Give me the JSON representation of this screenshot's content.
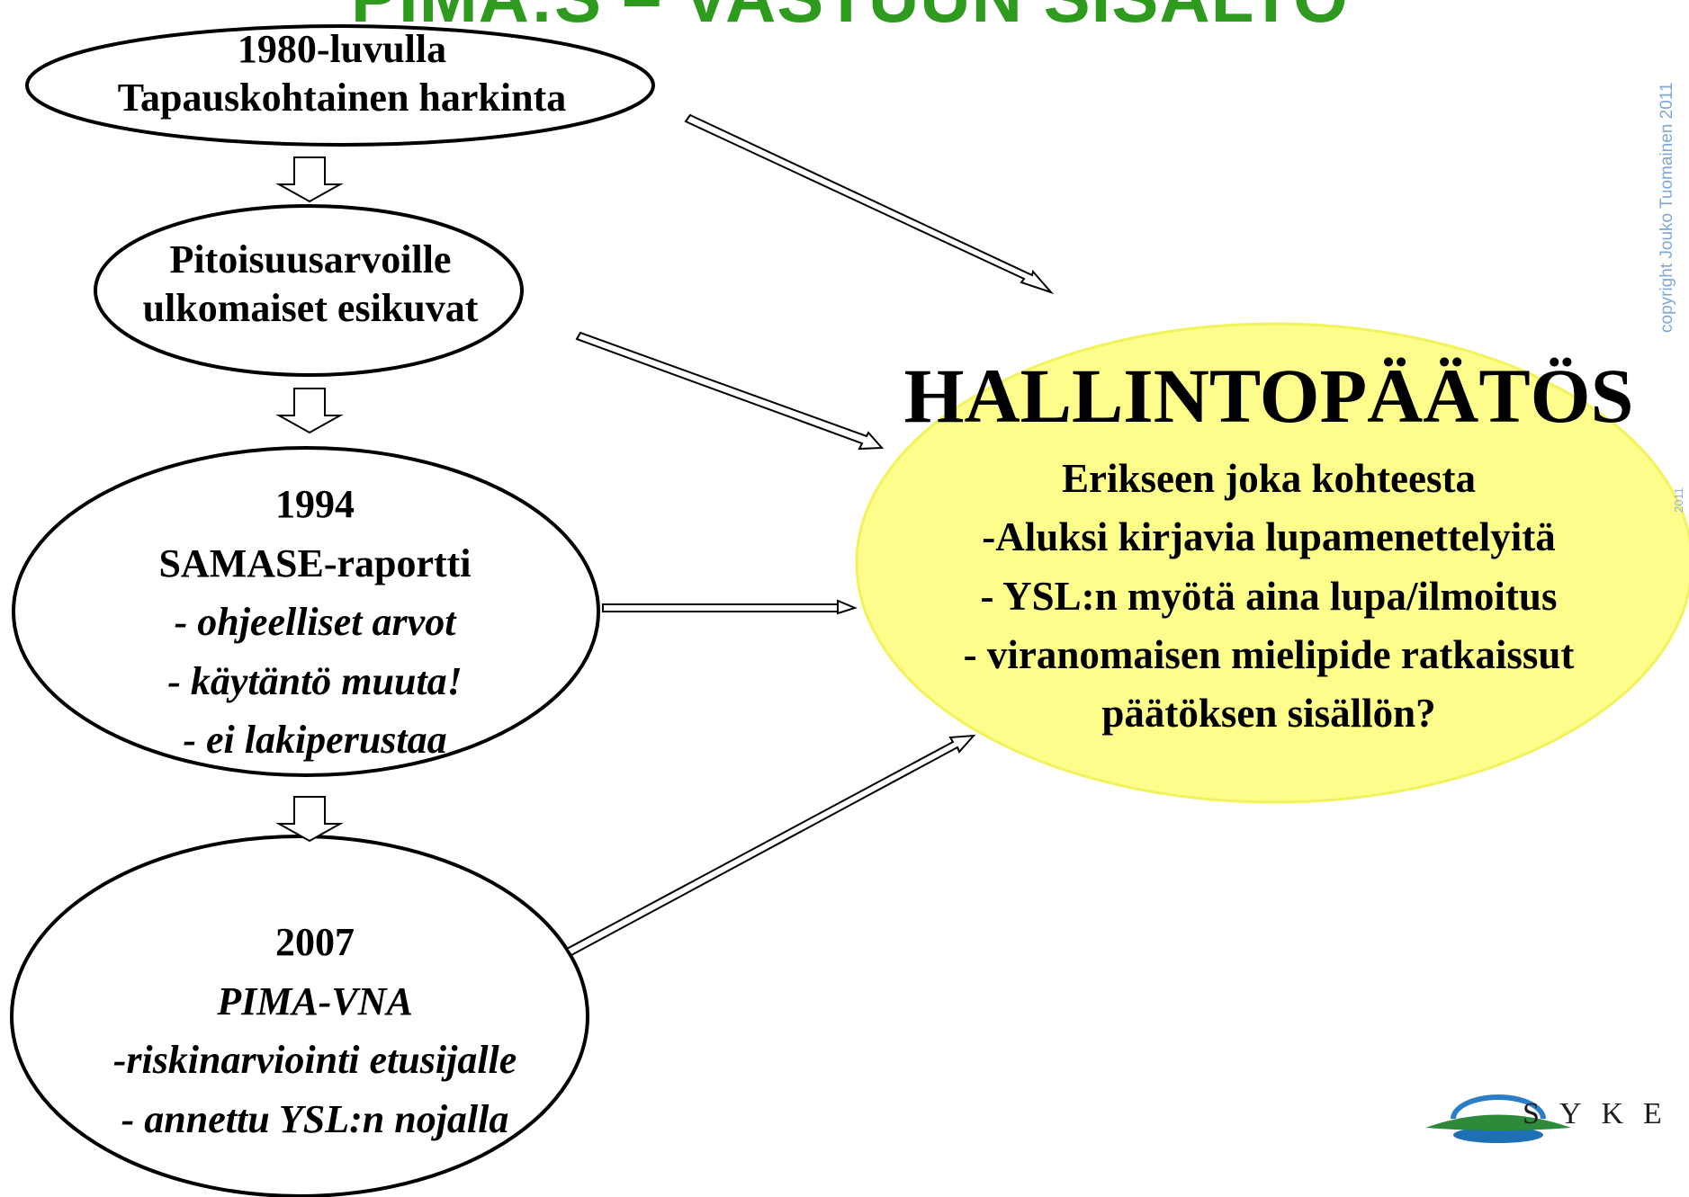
{
  "title": "PIMA:S – VASTUUN SISÄLTÖ",
  "stages": [
    {
      "lines": [
        "1980-luvulla",
        "Tapauskohtainen harkinta"
      ]
    },
    {
      "lines": [
        "Pitoisuusarvoille",
        "ulkomaiset esikuvat"
      ]
    },
    {
      "lines": [
        "1994",
        "SAMASE-raportti",
        "- ohjeelliset arvot",
        "-  käytäntö muuta!",
        "- ei lakiperustaa"
      ]
    },
    {
      "lines": [
        "2007",
        "PIMA-VNA",
        "-riskinarviointi etusijalle",
        "- annettu YSL:n nojalla"
      ]
    }
  ],
  "decision": {
    "heading": "HALLINTOPÄÄTÖS",
    "lines": [
      "Erikseen joka kohteesta",
      "-Aluksi kirjavia lupamenettelyitä",
      "- YSL:n myötä aina lupa/ilmoitus",
      "- viranomaisen mielipide ratkaissut",
      "päätöksen sisällön?"
    ]
  },
  "copyright": "copyright Jouko Tuomainen 2011",
  "copyright_small": "2011",
  "logo": {
    "text": "SYKE"
  },
  "colors": {
    "title": "#2e9a1e",
    "decision_fill": "#fdfd8c",
    "decision_stroke": "#f2f25a",
    "copyright": "#7fa8d6"
  }
}
